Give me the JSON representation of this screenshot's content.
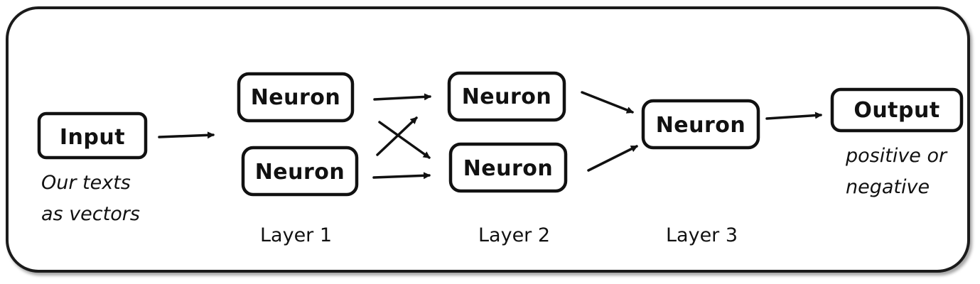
{
  "nodes": {
    "input": "Input",
    "layer1_top": "Neuron",
    "layer1_bottom": "Neuron",
    "layer2_top": "Neuron",
    "layer2_bottom": "Neuron",
    "layer3": "Neuron",
    "output": "Output"
  },
  "notes": {
    "input_line1": "Our texts",
    "input_line2": "as vectors",
    "output_line1": "positive or",
    "output_line2": "negative"
  },
  "layers": [
    "Layer 1",
    "Layer 2",
    "Layer 3"
  ]
}
